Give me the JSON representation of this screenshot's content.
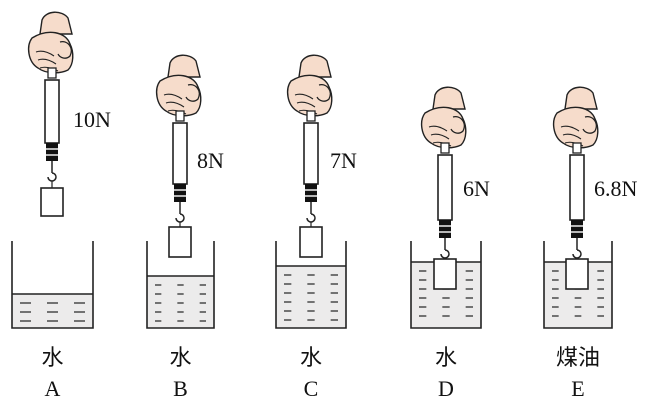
{
  "panels": [
    {
      "letter": "A",
      "liquid": "水",
      "reading": "10N"
    },
    {
      "letter": "B",
      "liquid": "水",
      "reading": "8N"
    },
    {
      "letter": "C",
      "liquid": "水",
      "reading": "7N"
    },
    {
      "letter": "D",
      "liquid": "水",
      "reading": "6N"
    },
    {
      "letter": "E",
      "liquid": "煤油",
      "reading": "6.8N"
    }
  ],
  "colors": {
    "liquid_fill": "#ecebeb",
    "stroke": "#222222",
    "hand_skin": "#f6dccb"
  },
  "icons": [
    "hand-icon",
    "spring-scale-icon",
    "beaker-icon",
    "metal-block-icon"
  ]
}
